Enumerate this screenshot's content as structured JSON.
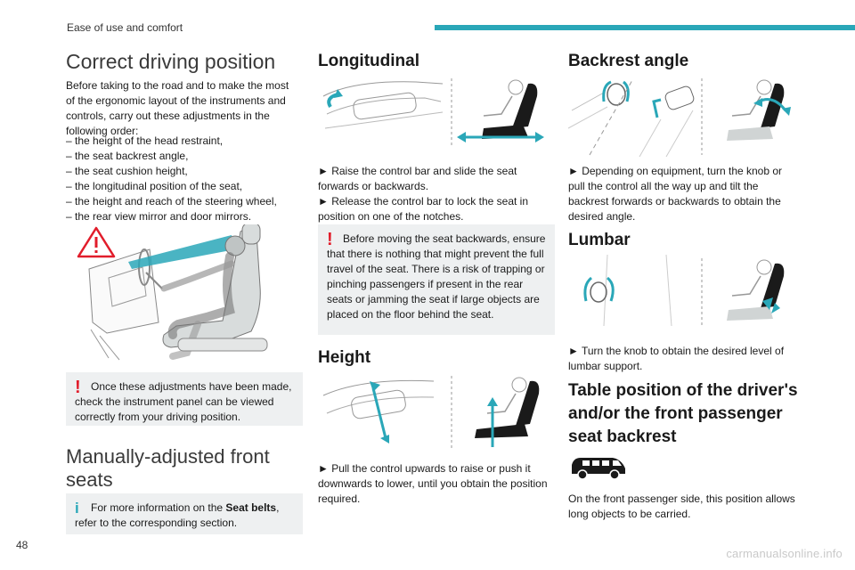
{
  "header": {
    "section_title": "Ease of use and comfort"
  },
  "page_number": "48",
  "watermark": "carmanualsonline.info",
  "col1": {
    "title": "Correct driving position",
    "intro": "Before taking to the road and to make the most of the ergonomic layout of the instruments and controls, carry out these adjustments in the following order:",
    "items": [
      "– the height of the head restraint,",
      "– the seat backrest angle,",
      "– the seat cushion height,",
      "– the longitudinal position of the seat,",
      "– the height and reach of the steering wheel,",
      "– the rear view mirror and door mirrors."
    ],
    "notice": "Once these adjustments have been made, check the instrument panel can be viewed correctly from your driving position.",
    "title2": "Manually-adjusted front seats",
    "info_pre": "For more information on the ",
    "info_bold": "Seat belts",
    "info_post": ", refer to the corresponding section."
  },
  "col2": {
    "longitudinal_title": "Longitudinal",
    "longitudinal_text1": "► Raise the control bar and slide the seat forwards or backwards.",
    "longitudinal_text2": "► Release the control bar to lock the seat in position on one of the notches.",
    "longitudinal_warning": "Before moving the seat backwards, ensure that there is nothing that might prevent the full travel of the seat. There is a risk of trapping or pinching passengers if present in the rear seats or jamming the seat if large objects are placed on the floor behind the seat.",
    "height_title": "Height",
    "height_text": "► Pull the control upwards to raise or push it downwards to lower, until you obtain the position required."
  },
  "col3": {
    "backrest_title": "Backrest angle",
    "backrest_text": "► Depending on equipment, turn the knob or pull the control all the way up and tilt the backrest forwards or backwards to obtain the desired angle.",
    "lumbar_title": "Lumbar",
    "lumbar_text": "► Turn the knob to obtain the desired level of lumbar support.",
    "table_title": "Table position of the driver's and/or the front passenger seat backrest",
    "table_text": "On the front passenger side, this position allows long objects to be carried."
  },
  "colors": {
    "accent": "#2aa7b8",
    "warning": "#e11d2b",
    "notice_bg": "#eef0f1"
  },
  "icons": [
    "warning-triangle-icon",
    "exclamation-icon",
    "info-icon",
    "van-icon"
  ]
}
